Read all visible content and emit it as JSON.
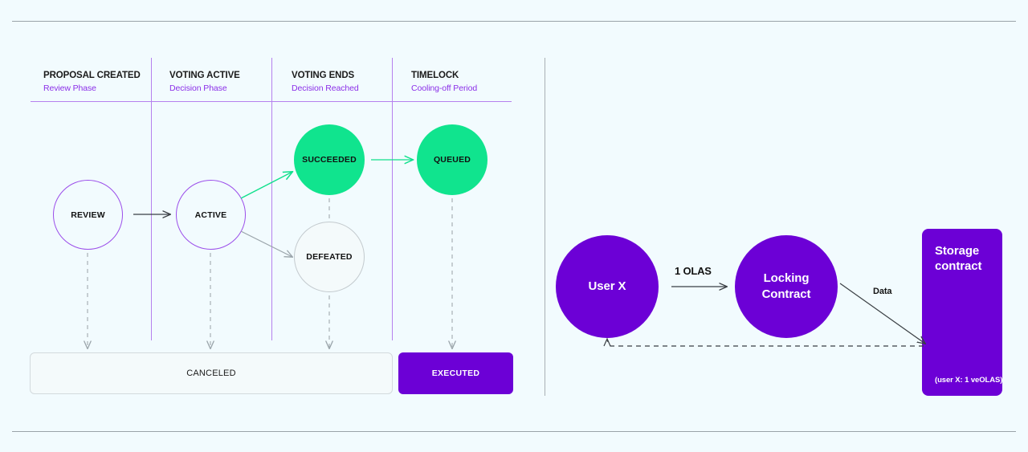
{
  "theme": {
    "background": "#f2fbfe",
    "accent_purple": "#6c00d6",
    "accent_purple_light": "#9b4dea",
    "accent_green": "#10e48e",
    "rule_gray": "#9aa3a8",
    "text_dark": "#111111"
  },
  "governance_flow": {
    "phases": [
      {
        "title": "PROPOSAL CREATED",
        "subtitle": "Review Phase"
      },
      {
        "title": "VOTING ACTIVE",
        "subtitle": "Decision Phase"
      },
      {
        "title": "VOTING ENDS",
        "subtitle": "Decision Reached"
      },
      {
        "title": "TIMELOCK",
        "subtitle": "Cooling-off Period"
      }
    ],
    "states": [
      {
        "id": "review",
        "label": "REVIEW",
        "style": "outline-purple"
      },
      {
        "id": "active",
        "label": "ACTIVE",
        "style": "outline-purple"
      },
      {
        "id": "succeeded",
        "label": "SUCCEEDED",
        "style": "green"
      },
      {
        "id": "defeated",
        "label": "DEFEATED",
        "style": "outline-gray"
      },
      {
        "id": "queued",
        "label": "QUEUED",
        "style": "green"
      }
    ],
    "terminal_states": [
      {
        "id": "canceled",
        "label": "CANCELED",
        "style": "outline-gray"
      },
      {
        "id": "executed",
        "label": "EXECUTED",
        "style": "solid-purple"
      }
    ]
  },
  "locking_flow": {
    "nodes": [
      {
        "id": "user-x",
        "label": "User X",
        "shape": "circle",
        "style": "solid-purple"
      },
      {
        "id": "locking-contract",
        "label": "Locking\nContract",
        "label_line1": "Locking",
        "label_line2": "Contract",
        "shape": "circle",
        "style": "solid-purple"
      },
      {
        "id": "storage-contract",
        "label_line1": "Storage",
        "label_line2": "contract",
        "footnote": "(user X: 1 veOLAS)",
        "shape": "rounded-rect",
        "style": "solid-purple"
      }
    ],
    "edges": [
      {
        "id": "user-to-locking",
        "label": "1 OLAS",
        "style": "solid-arrow"
      },
      {
        "id": "locking-to-storage",
        "label": "Data",
        "style": "solid-arrow"
      },
      {
        "id": "storage-to-user",
        "label": "",
        "style": "dashed-arrow"
      }
    ]
  }
}
